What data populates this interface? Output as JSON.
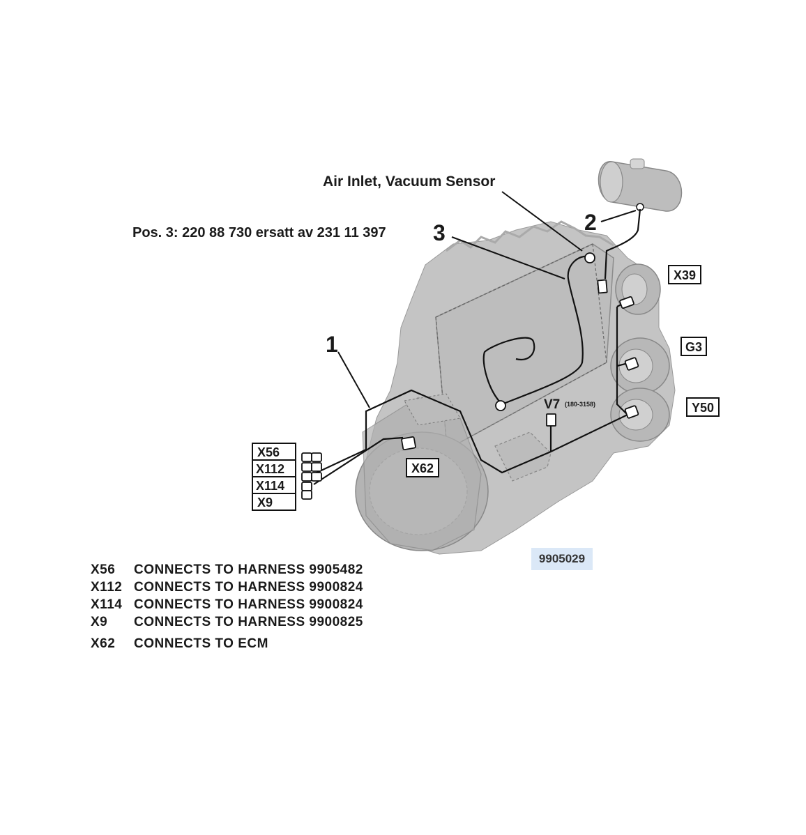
{
  "title_label": "Air Inlet, Vacuum Sensor",
  "pos_note": "Pos. 3: 220 88 730 ersatt av 231 11 397",
  "callouts": {
    "c1": "1",
    "c2": "2",
    "c3": "3"
  },
  "connectors": {
    "x39": "X39",
    "g3": "G3",
    "y50": "Y50",
    "v7": "V7",
    "v7_sub": "(180-3158)",
    "x62": "X62",
    "x56": "X56",
    "x112": "X112",
    "x114": "X114",
    "x9": "X9"
  },
  "reference": "9905029",
  "legend": [
    {
      "code": "X56",
      "text": "CONNECTS TO HARNESS 9905482"
    },
    {
      "code": "X112",
      "text": "CONNECTS TO HARNESS 9900824"
    },
    {
      "code": "X114",
      "text": "CONNECTS TO HARNESS 9900824"
    },
    {
      "code": "X9",
      "text": "CONNECTS TO HARNESS 9900825"
    },
    {
      "code": "X62",
      "text": "CONNECTS TO ECM"
    }
  ],
  "colors": {
    "engine_fill": "#c4c4c4",
    "engine_dark": "#a8a8a8",
    "wire": "#111111",
    "badge": "#dbe8f7"
  }
}
